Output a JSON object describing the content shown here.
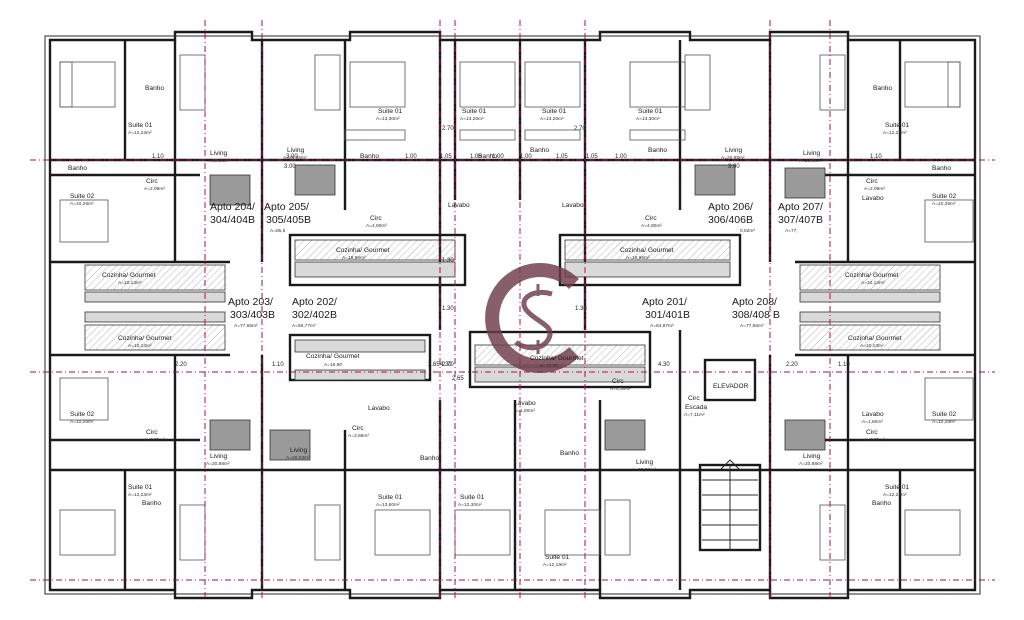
{
  "colors": {
    "axis": "#b0123a",
    "logo": "#6e3b4a",
    "wall": "#1a1a1a"
  },
  "logo": {
    "name": "brand-monogram-s"
  },
  "apartments": [
    {
      "id": "apto-204",
      "line1": "Apto 204/",
      "line2": "304/404B"
    },
    {
      "id": "apto-205",
      "line1": "Apto 205/",
      "line2": "305/405B",
      "area": "A=85,5"
    },
    {
      "id": "apto-206",
      "line1": "Apto 206/",
      "line2": "306/406B",
      "area": "0,52m²"
    },
    {
      "id": "apto-207",
      "line1": "Apto 207/",
      "line2": "307/407B",
      "area": "A=77,"
    },
    {
      "id": "apto-203",
      "line1": "Apto 203/",
      "line2": "303/403B",
      "area": "A=77,65m²"
    },
    {
      "id": "apto-202",
      "line1": "Apto 202/",
      "line2": "302/402B",
      "area": "A=56,77m²"
    },
    {
      "id": "apto-201",
      "line1": "Apto 201/",
      "line2": "301/401B",
      "area": "A=84,87m²"
    },
    {
      "id": "apto-208",
      "line1": "Apto 208/",
      "line2": "308/408 B",
      "area": "A=77,65m²"
    }
  ],
  "rooms": [
    {
      "id": "suite01-nw",
      "label": "Suite 01",
      "area": "A=12,23m²"
    },
    {
      "id": "suite01-n2",
      "label": "Suite 01",
      "area": "A=13,30m²"
    },
    {
      "id": "suite01-n3",
      "label": "Suite 01",
      "area": "A=13,26m²"
    },
    {
      "id": "suite01-n4",
      "label": "Suite 01",
      "area": "A=13,26m²"
    },
    {
      "id": "suite01-n5",
      "label": "Suite 01",
      "area": "A=13,30m²"
    },
    {
      "id": "suite01-ne",
      "label": "Suite 01",
      "area": "A=12,23m²"
    },
    {
      "id": "banho-nw",
      "label": "Banho"
    },
    {
      "id": "banho-ne",
      "label": "Banho"
    },
    {
      "id": "banho-n2",
      "label": "Banho"
    },
    {
      "id": "banho-n3",
      "label": "Banho"
    },
    {
      "id": "banho-n4",
      "label": "Banho"
    },
    {
      "id": "banho-n5",
      "label": "Banho"
    },
    {
      "id": "banho-w2",
      "label": "Banho"
    },
    {
      "id": "banho-e2",
      "label": "Banho"
    },
    {
      "id": "living-1",
      "label": "Living",
      "area": "A=20,88m²"
    },
    {
      "id": "living-2",
      "label": "Living",
      "area": "A=20,88m²"
    },
    {
      "id": "living-3",
      "label": "Living",
      "area": "A=20,88m²"
    },
    {
      "id": "living-4",
      "label": "Living",
      "area": "A=20,88m²"
    },
    {
      "id": "circ-1",
      "label": "Circ",
      "area": "A=2,09m²"
    },
    {
      "id": "circ-2",
      "label": "Circ",
      "area": "A=4,90m²"
    },
    {
      "id": "circ-3",
      "label": "Circ",
      "area": "A=4,90m²"
    },
    {
      "id": "circ-4",
      "label": "Circ",
      "area": "A=2,09m²"
    },
    {
      "id": "suite02-w",
      "label": "Suite 02",
      "area": "A=10,29m²"
    },
    {
      "id": "suite02-e",
      "label": "Suite 02",
      "area": "A=10,29m²"
    },
    {
      "id": "lavabo-1",
      "label": "Lavabo"
    },
    {
      "id": "lavabo-2",
      "label": "Lavabo"
    },
    {
      "id": "lavabo-3",
      "label": "Lavabo"
    },
    {
      "id": "cozinha-1",
      "label": "Cozinha/ Gourmet",
      "area": "A=10,13m²"
    },
    {
      "id": "cozinha-2",
      "label": "Cozinha/ Gourmet",
      "area": "A=18,96m²"
    },
    {
      "id": "cozinha-3",
      "label": "Cozinha/ Gourmet",
      "area": "A=18,96m²"
    },
    {
      "id": "cozinha-4",
      "label": "Cozinha/ Gourmet",
      "area": "A=10,13m²"
    },
    {
      "id": "cozinha-5",
      "label": "Cozinha/ Gourmet",
      "area": "A=10,13m²"
    },
    {
      "id": "cozinha-6",
      "label": "Cozinha/ Gourmet",
      "area": "A=10,13m²"
    },
    {
      "id": "cozinha-7",
      "label": "Cozinha/ Gourmet",
      "area": "A=16,90"
    },
    {
      "id": "cozinha-8",
      "label": "Cozinha/ Gourmet",
      "area": "A=16,90"
    },
    {
      "id": "circ-s1",
      "label": "Circ",
      "area": "A=3,86m²"
    },
    {
      "id": "circ-s2",
      "label": "Circ",
      "area": "A=2,09m²"
    },
    {
      "id": "circ-s3",
      "label": "Circ",
      "area": "A=2,09m²"
    },
    {
      "id": "living-s1",
      "label": "Living",
      "area": "A=20,03m²"
    },
    {
      "id": "living-s2",
      "label": "Living",
      "area": "A=20,88m²"
    },
    {
      "id": "living-s3",
      "label": "Living",
      "area": "A=20,88m²"
    },
    {
      "id": "living-s4",
      "label": "Living",
      "area": "A=20,88m²"
    },
    {
      "id": "lavabo-s1",
      "label": "Lavabo",
      "area": "A=1,80m²"
    },
    {
      "id": "lavabo-s2",
      "label": "Lavabo",
      "area": "A=1,80m²"
    },
    {
      "id": "lavabo-s3",
      "label": "Lavabo",
      "area": "A=1,80m²"
    },
    {
      "id": "banho-s1",
      "label": "Banho"
    },
    {
      "id": "banho-s2",
      "label": "Banho"
    },
    {
      "id": "banho-s3",
      "label": "Banho"
    },
    {
      "id": "banho-s4",
      "label": "Banho"
    },
    {
      "id": "suite02-sw",
      "label": "Suite 02",
      "area": "A=10,29m²"
    },
    {
      "id": "suite02-se",
      "label": "Suite 02",
      "area": "A=10,29m²"
    },
    {
      "id": "suite01-sw",
      "label": "Suite 01",
      "area": "A=12,23m²"
    },
    {
      "id": "suite01-s2",
      "label": "Suite 01",
      "area": "A=13,60m²"
    },
    {
      "id": "suite01-s3",
      "label": "Suite 01",
      "area": "A=13,30m²"
    },
    {
      "id": "suite01-s4",
      "label": "Suite 01",
      "area": "A=12,19m²"
    },
    {
      "id": "suite01-se",
      "label": "Suite 01",
      "area": "A=12,23m²"
    },
    {
      "id": "circ-escada",
      "label": "Circ",
      "line2": "Escada",
      "area": "A=7,11m²"
    },
    {
      "id": "elevador",
      "label": "ELEVADOR"
    },
    {
      "id": "circ-c",
      "label": "Circ",
      "area": "A=4,30m²"
    }
  ],
  "dimensions": [
    {
      "id": "dim-1",
      "text": "1.10"
    },
    {
      "id": "dim-2",
      "text": "1.10"
    },
    {
      "id": "dim-3",
      "text": "3.00"
    },
    {
      "id": "dim-4",
      "text": "1.00"
    },
    {
      "id": "dim-5",
      "text": "1.05"
    },
    {
      "id": "dim-6",
      "text": "1.05"
    },
    {
      "id": "dim-7",
      "text": "1.00"
    },
    {
      "id": "dim-8",
      "text": "3.00"
    },
    {
      "id": "dim-9",
      "text": "2.70"
    },
    {
      "id": "dim-10",
      "text": "2.70"
    },
    {
      "id": "dim-11",
      "text": "1.30"
    },
    {
      "id": "dim-12",
      "text": "1.30"
    },
    {
      "id": "dim-13",
      "text": "2.65"
    },
    {
      "id": "dim-14",
      "text": "2.65"
    },
    {
      "id": "dim-15",
      "text": "1.10"
    },
    {
      "id": "dim-16",
      "text": "2.20"
    },
    {
      "id": "dim-17",
      "text": "4.30"
    },
    {
      "id": "dim-18",
      "text": "1.10"
    },
    {
      "id": "dim-19",
      "text": "2.20"
    },
    {
      "id": "dim-20",
      "text": "1.00"
    },
    {
      "id": "dim-21",
      "text": "3.00"
    },
    {
      "id": "dim-22",
      "text": "1.00"
    },
    {
      "id": "dim-23",
      "text": "1.30"
    },
    {
      "id": "dim-24",
      "text": "1.05"
    },
    {
      "id": "dim-25",
      "text": "1.05"
    },
    {
      "id": "dim-26",
      "text": "2.70"
    },
    {
      "id": "dim-27",
      "text": "4.30"
    }
  ]
}
